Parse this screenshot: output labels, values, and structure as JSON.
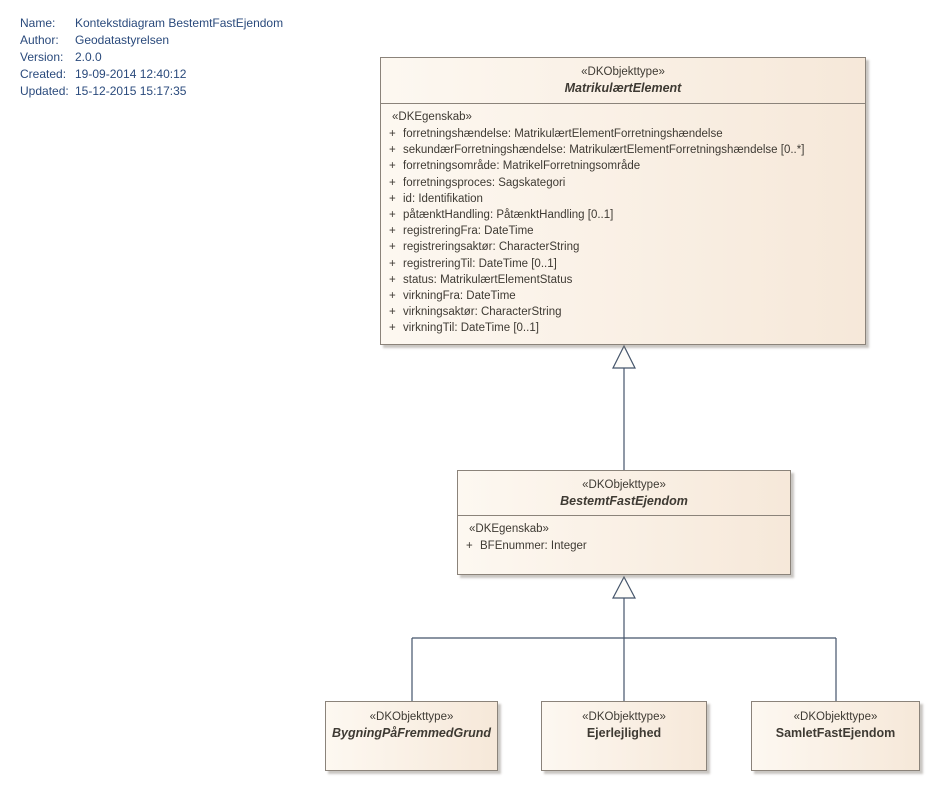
{
  "meta": {
    "rows": [
      {
        "label": "Name:",
        "value": "Kontekstdiagram BestemtFastEjendom"
      },
      {
        "label": "Author:",
        "value": "Geodatastyrelsen"
      },
      {
        "label": "Version:",
        "value": "2.0.0"
      },
      {
        "label": "Created:",
        "value": "19-09-2014 12:40:12"
      },
      {
        "label": "Updated:",
        "value": "15-12-2015 15:17:35"
      }
    ]
  },
  "ui": {
    "plus": "+"
  },
  "classes": {
    "matrikulaertElement": {
      "stereotype": "«DKObjekttype»",
      "name": "MatrikulærtElement",
      "abstract": true,
      "attrStereotype": "«DKEgenskab»",
      "attributes": [
        "forretningshændelse: MatrikulærtElementForretningshændelse",
        "sekundærForretningshændelse: MatrikulærtElementForretningshændelse [0..*]",
        "forretningsområde: MatrikelForretningsområde",
        "forretningsproces: Sagskategori",
        "id: Identifikation",
        "påtænktHandling: PåtænktHandling [0..1]",
        "registreringFra: DateTime",
        "registreringsaktør: CharacterString",
        "registreringTil: DateTime [0..1]",
        "status: MatrikulærtElementStatus",
        "virkningFra: DateTime",
        "virkningsaktør: CharacterString",
        "virkningTil: DateTime [0..1]"
      ]
    },
    "bestemtFastEjendom": {
      "stereotype": "«DKObjekttype»",
      "name": "BestemtFastEjendom",
      "abstract": true,
      "attrStereotype": "«DKEgenskab»",
      "attributes": [
        "BFEnummer: Integer"
      ]
    },
    "bygningPaaFremmedGrund": {
      "stereotype": "«DKObjekttype»",
      "name": "BygningPåFremmedGrund",
      "abstract": true
    },
    "ejerlejlighed": {
      "stereotype": "«DKObjekttype»",
      "name": "Ejerlejlighed",
      "abstract": false
    },
    "samletFastEjendom": {
      "stereotype": "«DKObjekttype»",
      "name": "SamletFastEjendom",
      "abstract": false
    }
  },
  "colors": {
    "box_fill_light": "#fdf8f1",
    "box_fill_dark": "#f6e8d9",
    "box_border": "#8b837a",
    "box_shadow": "rgba(135,128,120,0.45)",
    "connector": "#44546a",
    "triangle_fill": "#fdfcf9",
    "meta_text": "#2a4a7c",
    "text": "#3e3a33"
  }
}
